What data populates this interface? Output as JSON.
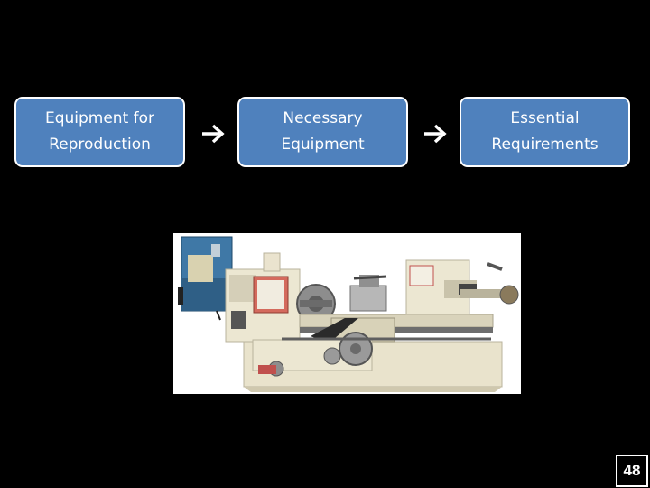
{
  "flow": {
    "steps": [
      {
        "label": "Equipment for\nReproduction"
      },
      {
        "label": "Necessary\nEquipment"
      },
      {
        "label": "Essential\nRequirements"
      }
    ]
  },
  "image": {
    "icon": "metal-lathe-machine-icon"
  },
  "colors": {
    "background": "#000000",
    "box_fill": "#4f81bd",
    "box_border": "#ffffff",
    "text": "#ffffff"
  },
  "slide": {
    "page_number": "48"
  }
}
